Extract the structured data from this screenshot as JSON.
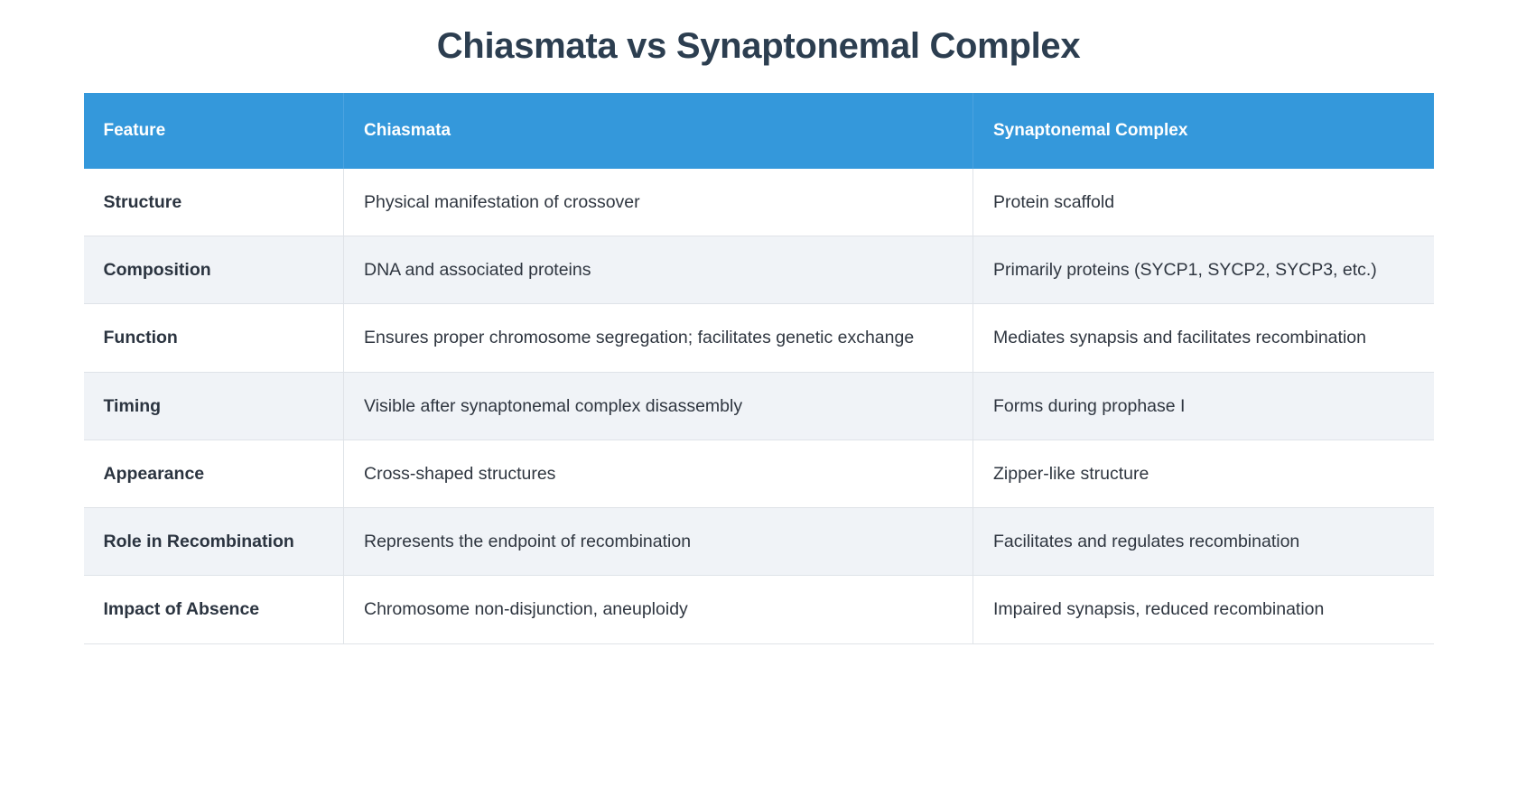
{
  "document": {
    "title": "Chiasmata vs Synaptonemal Complex"
  },
  "table": {
    "name": "chiasmata-vs-synaptonemal-complex-table",
    "header_background": "#3498db",
    "header_text_color": "#ffffff",
    "alt_row_background": "#f0f3f7",
    "border_color": "#dfe3e8",
    "columns": [
      {
        "label": "Feature"
      },
      {
        "label": "Chiasmata"
      },
      {
        "label": "Synaptonemal Complex"
      }
    ],
    "rows": [
      {
        "feature": "Structure",
        "chiasmata": "Physical manifestation of crossover",
        "synaptonemal_complex": "Protein scaffold"
      },
      {
        "feature": "Composition",
        "chiasmata": "DNA and associated proteins",
        "synaptonemal_complex": "Primarily proteins (SYCP1, SYCP2, SYCP3, etc.)"
      },
      {
        "feature": "Function",
        "chiasmata": "Ensures proper chromosome segregation; facilitates genetic exchange",
        "synaptonemal_complex": "Mediates synapsis and facilitates recombination"
      },
      {
        "feature": "Timing",
        "chiasmata": "Visible after synaptonemal complex disassembly",
        "synaptonemal_complex": "Forms during prophase I"
      },
      {
        "feature": "Appearance",
        "chiasmata": "Cross-shaped structures",
        "synaptonemal_complex": "Zipper-like structure"
      },
      {
        "feature": "Role in Recombination",
        "chiasmata": "Represents the endpoint of recombination",
        "synaptonemal_complex": "Facilitates and regulates recombination"
      },
      {
        "feature": "Impact of Absence",
        "chiasmata": "Chromosome non-disjunction, aneuploidy",
        "synaptonemal_complex": "Impaired synapsis, reduced recombination"
      }
    ]
  }
}
